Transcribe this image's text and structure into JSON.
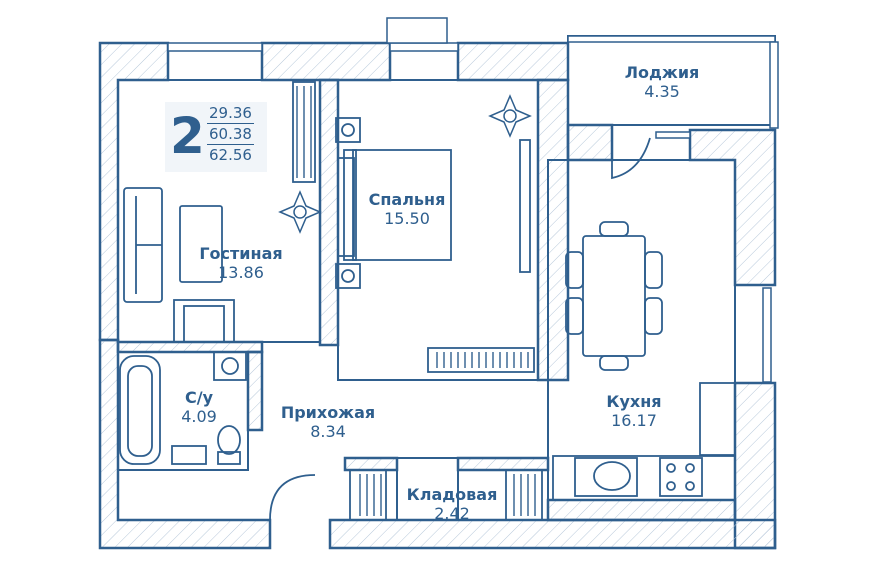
{
  "apartment": {
    "rooms_count": "2",
    "living_area": "29.36",
    "total_area": "60.38",
    "total_with_balcony": "62.56"
  },
  "rooms": {
    "living": {
      "name": "Гостиная",
      "area": "13.86"
    },
    "bedroom": {
      "name": "Спальня",
      "area": "15.50"
    },
    "loggia": {
      "name": "Лоджия",
      "area": "4.35"
    },
    "kitchen": {
      "name": "Кухня",
      "area": "16.17"
    },
    "bathroom": {
      "name": "С/у",
      "area": "4.09"
    },
    "hallway": {
      "name": "Прихожая",
      "area": "8.34"
    },
    "storage": {
      "name": "Кладовая",
      "area": "2.42"
    }
  },
  "colors": {
    "line": "#2f5f8e",
    "hatch": "#9fb6cd",
    "background": "#ffffff"
  }
}
